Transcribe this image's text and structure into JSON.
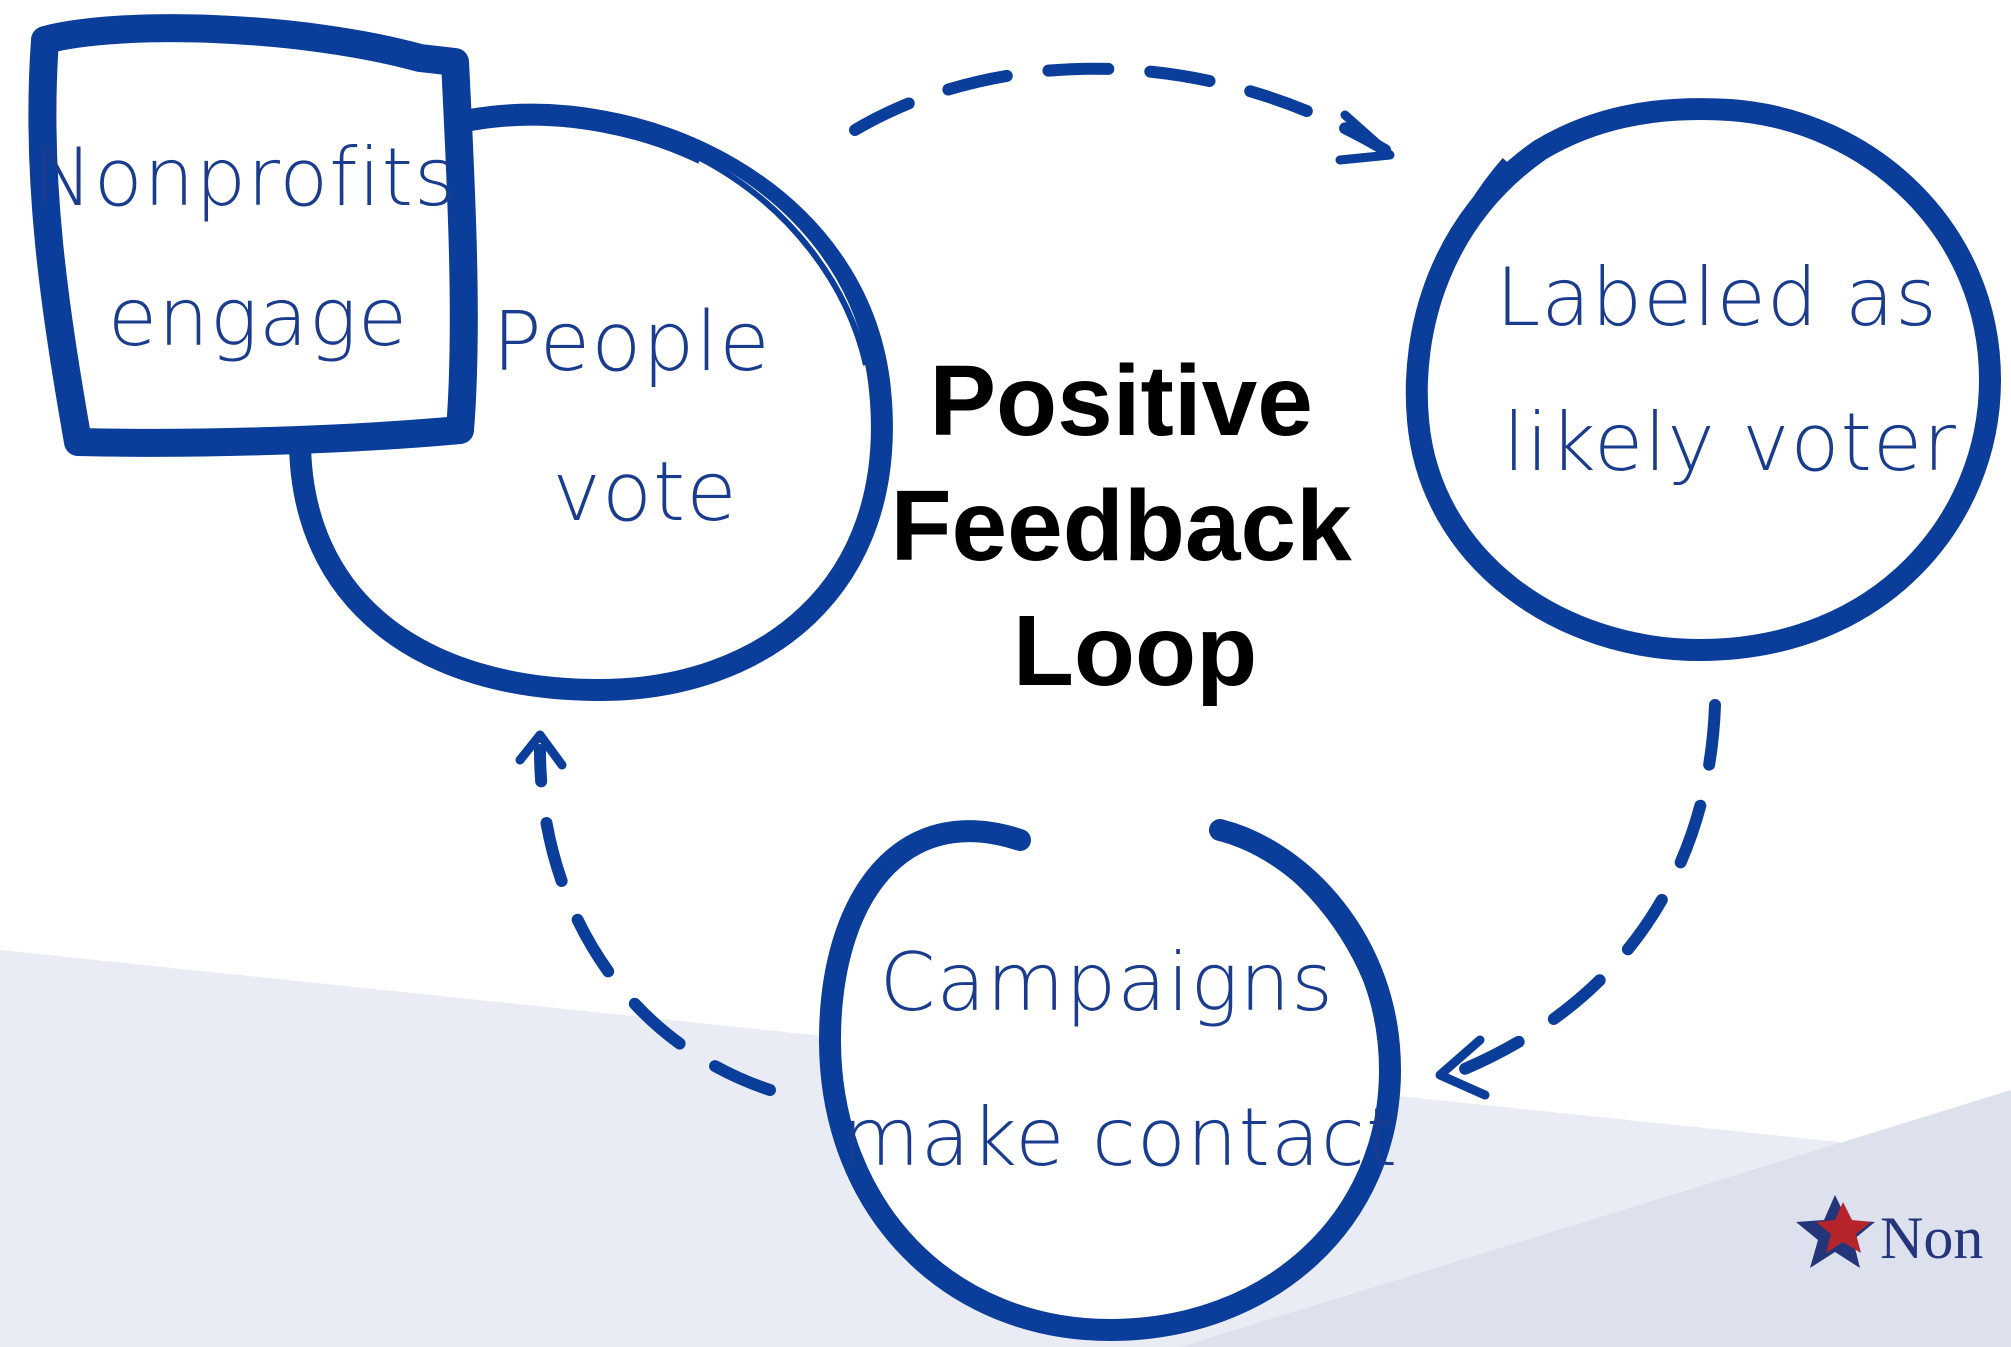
{
  "diagram": {
    "title_lines": [
      "Positive",
      "Feedback",
      "Loop"
    ],
    "nodes": {
      "nonprofits_engage": {
        "lines": [
          "Nonprofits",
          "engage"
        ]
      },
      "people_vote": {
        "lines": [
          "People",
          "vote"
        ]
      },
      "labeled_likely_voter": {
        "lines": [
          "Labeled as",
          "likely voter"
        ]
      },
      "campaigns_contact": {
        "lines": [
          "Campaigns",
          "make contact"
        ]
      }
    }
  },
  "logo": {
    "text": "Non"
  },
  "colors": {
    "ink": "#1a3c8f",
    "stroke": "#0b3d9b",
    "title": "#000000",
    "background_band": "#e8ebf3",
    "logo_red": "#b5242a",
    "logo_blue": "#24357a"
  },
  "icons": [
    "dashed-arrow-icon",
    "star-logo-icon"
  ]
}
